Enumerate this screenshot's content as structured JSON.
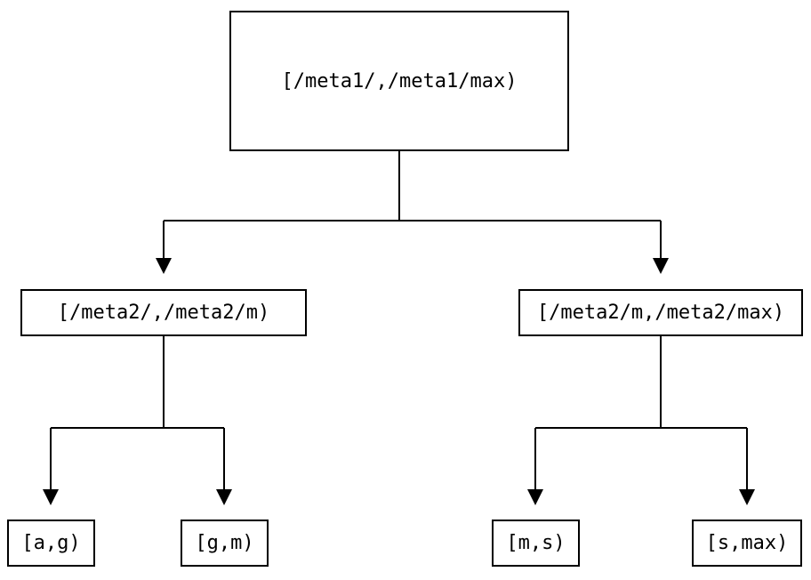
{
  "diagram": {
    "root": {
      "label": "[/meta1/,/meta1/max)"
    },
    "level1": [
      {
        "label": "[/meta2/,/meta2/m)"
      },
      {
        "label": "[/meta2/m,/meta2/max)"
      }
    ],
    "leaves": [
      {
        "label": "[a,g)"
      },
      {
        "label": "[g,m)"
      },
      {
        "label": "[m,s)"
      },
      {
        "label": "[s,max)"
      }
    ],
    "colors": {
      "line": "#000000",
      "box_border": "#000000",
      "text": "#000000",
      "background": "#ffffff"
    }
  }
}
